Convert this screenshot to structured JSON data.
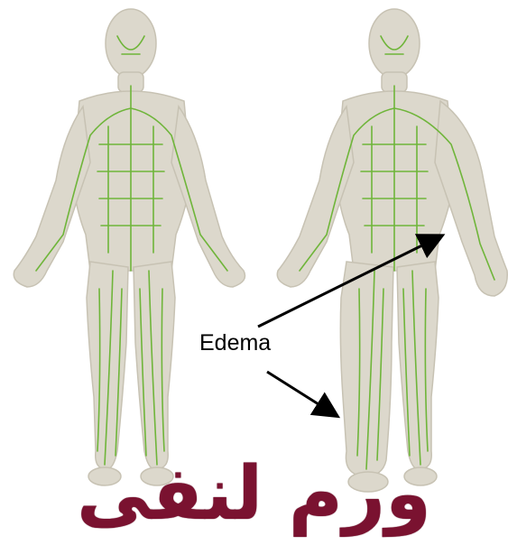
{
  "diagram": {
    "annotation_label": "Edema",
    "title": "ورم لنفی",
    "colors": {
      "body_fill": "#dcd8cc",
      "body_edge": "#c7c2b3",
      "lymph": "#6fb53a",
      "title": "#7a1230",
      "arrow": "#000000"
    },
    "figures": [
      {
        "name": "normal-body"
      },
      {
        "name": "edema-body"
      }
    ],
    "arrows": [
      {
        "name": "arrow-to-arm"
      },
      {
        "name": "arrow-to-leg"
      }
    ]
  }
}
